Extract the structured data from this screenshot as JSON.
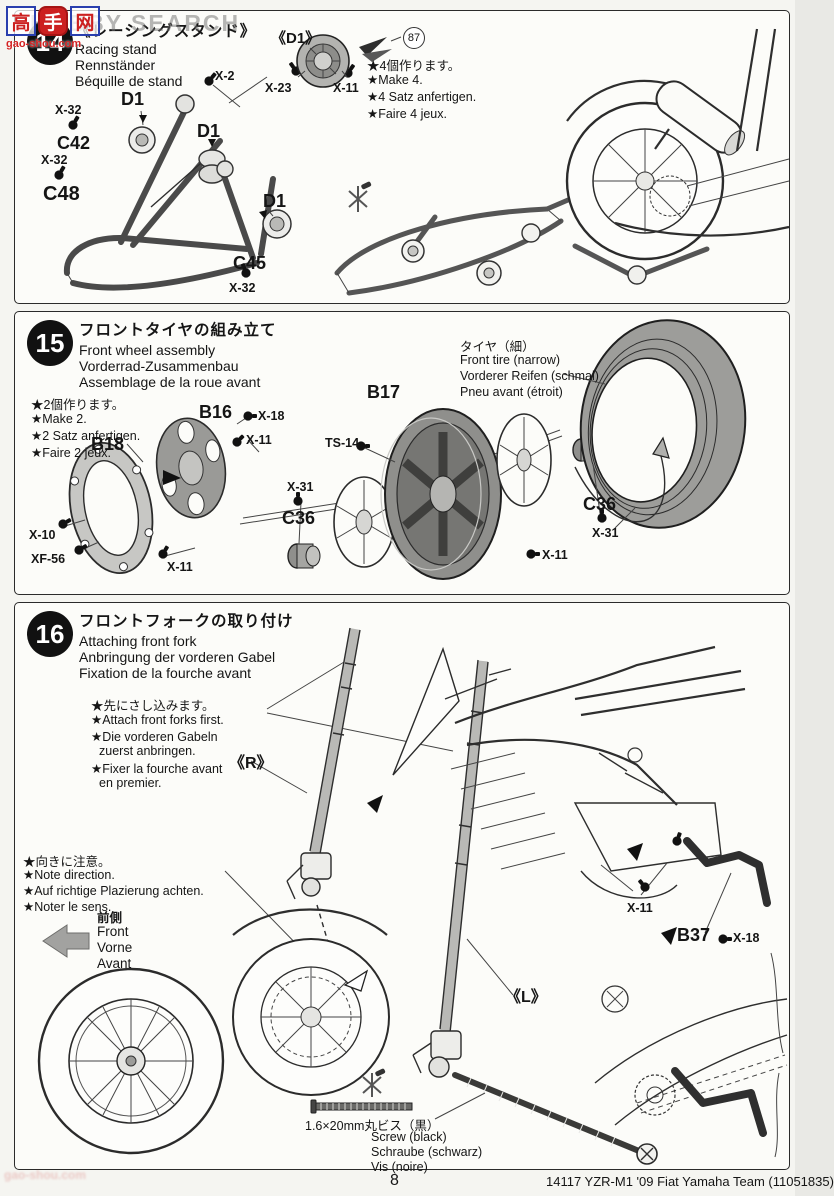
{
  "watermark": {
    "char1": "高",
    "char2": "手",
    "char3": "网",
    "domain": "gao-shou.com",
    "overlay": "HOBBY SEARCH"
  },
  "step14": {
    "number": "14",
    "title_ja": "《レーシングスタンド》",
    "title_en": "Racing stand",
    "title_de": "Rennständer",
    "title_fr": "Béquille de stand",
    "sub_label": "《D1》",
    "decal_number": "87",
    "notes": {
      "ja": "★4個作ります。",
      "en": "★Make 4.",
      "de": "★4 Satz anfertigen.",
      "fr": "★Faire 4 jeux."
    },
    "callouts": {
      "x23": "X-23",
      "x11": "X-11",
      "x2": "X-2",
      "d1_top": "D1",
      "d1_mid": "D1",
      "d1_right": "D1",
      "x32_a": "X-32",
      "c42": "C42",
      "x32_b": "X-32",
      "c48": "C48",
      "c45": "C45",
      "x32_c": "X-32"
    }
  },
  "step15": {
    "number": "15",
    "title_ja": "フロントタイヤの組み立て",
    "title_en": "Front wheel assembly",
    "title_de": "Vorderrad-Zusammenbau",
    "title_fr": "Assemblage de la roue avant",
    "notes": {
      "ja": "★2個作ります。",
      "en": "★Make 2.",
      "de": "★2 Satz anfertigen.",
      "fr": "★Faire 2 jeux."
    },
    "tire_note": {
      "ja": "タイヤ（細）",
      "en": "Front tire (narrow)",
      "de": "Vorderer Reifen (schmal)",
      "fr": "Pneu avant (étroit)"
    },
    "callouts": {
      "b18": "B18",
      "b16": "B16",
      "b17": "B17",
      "x18": "X-18",
      "x11_a": "X-11",
      "x11_b": "X-11",
      "x11_c": "X-11",
      "x10": "X-10",
      "xf56": "XF-56",
      "x31_left": "X-31",
      "c36_left": "C36",
      "ts14": "TS-14",
      "c36_right": "C36",
      "x31_right": "X-31"
    }
  },
  "step16": {
    "number": "16",
    "title_ja": "フロントフォークの取り付け",
    "title_en": "Attaching front fork",
    "title_de": "Anbringung der vorderen Gabel",
    "title_fr": "Fixation de la fourche avant",
    "attach_notes": {
      "ja": "★先にさし込みます。",
      "en": "★Attach front forks first.",
      "de1": "★Die vorderen Gabeln",
      "de2": "zuerst anbringen.",
      "fr1": "★Fixer la fourche avant",
      "fr2": "en premier."
    },
    "direction_notes": {
      "ja": "★向きに注意。",
      "en": "★Note direction.",
      "de": "★Auf richtige Plazierung achten.",
      "fr": "★Noter le sens."
    },
    "front_labels": {
      "ja": "前側",
      "en": "Front",
      "de": "Vorne",
      "fr": "Avant"
    },
    "fork_r": "《R》",
    "fork_l": "《L》",
    "callouts": {
      "x11": "X-11",
      "b37": "B37",
      "x18": "X-18"
    },
    "screw_note": {
      "ja": "1.6×20mm丸ビス（黒）",
      "en": "Screw (black)",
      "de": "Schraube (schwarz)",
      "fr": "Vis (noire)"
    }
  },
  "footer": {
    "page": "8",
    "kit": "14117  YZR-M1 '09 Fiat Yamaha Team (11051835)"
  }
}
